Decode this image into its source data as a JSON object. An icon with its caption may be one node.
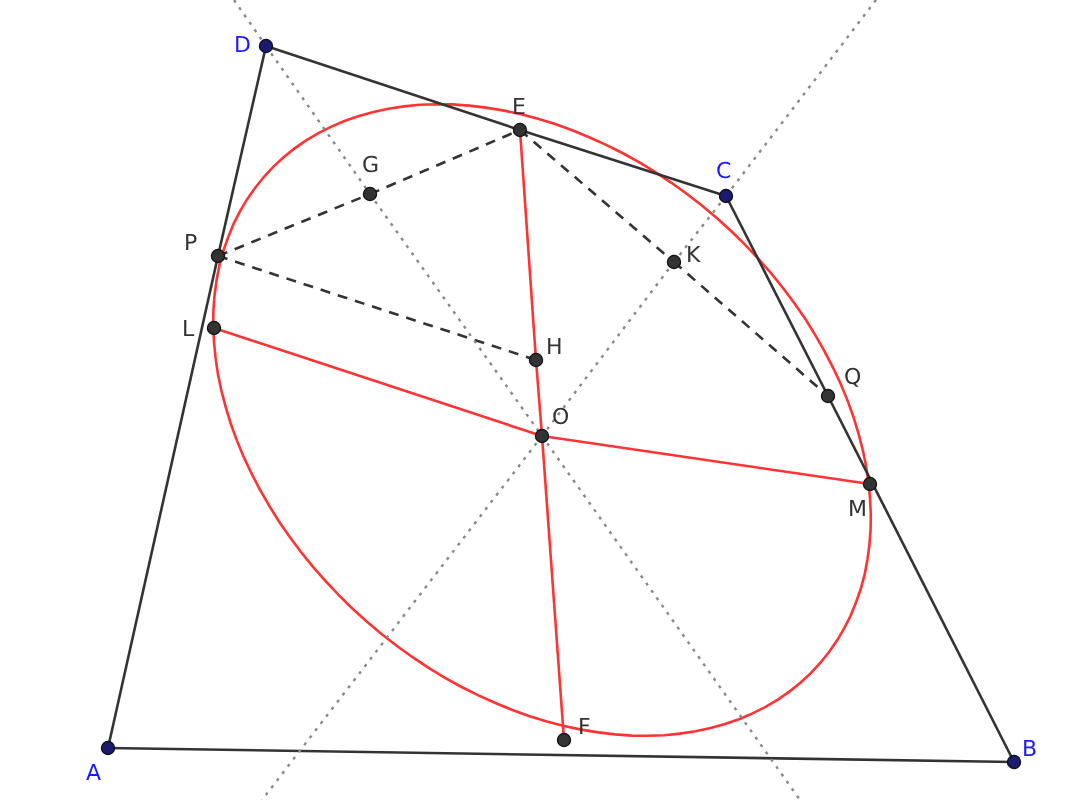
{
  "diagram": {
    "nodes": [
      {
        "text": [
          "D"
        ]
      },
      {
        "text": [
          "E"
        ]
      },
      {
        "text": [
          "C"
        ]
      },
      {
        "text": [
          "G"
        ]
      },
      {
        "text": [
          "P"
        ]
      },
      {
        "text": [
          "K"
        ]
      },
      {
        "text": [
          "L"
        ]
      },
      {
        "text": [
          "H"
        ]
      },
      {
        "text": [
          "Q"
        ]
      },
      {
        "text": [
          "O"
        ]
      },
      {
        "text": [
          "M"
        ]
      },
      {
        "text": [
          "F"
        ]
      },
      {
        "text": [
          "A"
        ]
      },
      {
        "text": [
          "B"
        ]
      }
    ],
    "edges": [
      {
        "from": 12,
        "to": 13,
        "arrow": "none"
      },
      {
        "from": 13,
        "to": 8,
        "arrow": "none"
      },
      {
        "from": 8,
        "to": 2,
        "arrow": "none"
      },
      {
        "from": 2,
        "to": 1,
        "arrow": "none"
      },
      {
        "from": 1,
        "to": 0,
        "arrow": "none"
      },
      {
        "from": 0,
        "to": 4,
        "arrow": "none"
      },
      {
        "from": 4,
        "to": 12,
        "arrow": "none"
      },
      {
        "from": 1,
        "to": 7,
        "arrow": "none",
        "color": "#ff3333"
      },
      {
        "from": 7,
        "to": 9,
        "arrow": "none",
        "color": "#ff3333"
      },
      {
        "from": 9,
        "to": 11,
        "arrow": "none",
        "color": "#ff3333"
      },
      {
        "from": 6,
        "to": 9,
        "arrow": "none",
        "color": "#ff3333"
      },
      {
        "from": 9,
        "to": 10,
        "arrow": "none",
        "color": "#ff3333"
      },
      {
        "from": 4,
        "to": 3,
        "arrow": "none",
        "style": "dashed"
      },
      {
        "from": 3,
        "to": 1,
        "arrow": "none",
        "style": "dashed"
      },
      {
        "from": 1,
        "to": 5,
        "arrow": "none",
        "style": "dashed"
      },
      {
        "from": 5,
        "to": 8,
        "arrow": "none",
        "style": "dashed"
      },
      {
        "from": 4,
        "to": 7,
        "arrow": "none",
        "style": "dashed"
      },
      {
        "from": null,
        "to": 0,
        "arrow": "none",
        "style": "dashed",
        "color": "#888888"
      },
      {
        "from": 0,
        "to": 3,
        "arrow": "none",
        "style": "dashed",
        "color": "#888888"
      },
      {
        "from": 3,
        "to": 9,
        "arrow": "none",
        "style": "dashed",
        "color": "#888888"
      },
      {
        "from": 9,
        "to": null,
        "arrow": "none",
        "style": "dashed",
        "color": "#888888"
      },
      {
        "from": null,
        "to": 2,
        "arrow": "none",
        "style": "dashed",
        "color": "#888888"
      },
      {
        "from": 2,
        "to": 5,
        "arrow": "none",
        "style": "dashed",
        "color": "#888888"
      },
      {
        "from": 5,
        "to": 9,
        "arrow": "none",
        "style": "dashed",
        "color": "#888888"
      },
      {
        "from": 9,
        "to": null,
        "arrow": "none",
        "style": "dashed",
        "color": "#888888"
      }
    ]
  }
}
